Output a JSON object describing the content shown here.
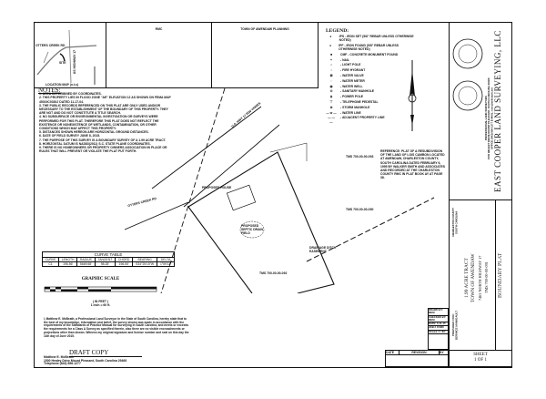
{
  "location_map": {
    "title": "LOCATION MAP (n.t.s)",
    "roads": [
      "OTTERS CREEK RD",
      "US HIGHWAY 17",
      "SITE"
    ]
  },
  "header_boxes": {
    "smc": "RMC",
    "planning": "TOWN OF AWENDAW PLANNING"
  },
  "notes": {
    "title": "NOTES:",
    "items": [
      "1. AREA DETERMINED BY COORDINATES.",
      "2. THIS PROPERTY LIES IN FLOOD ZONE \"AE\" ELEVATION 12 AS SHOWN ON FEMA MAP 45019C0330J DATED 11-17-04.",
      "3. THE PUBLIC RECORDS REFERENCED ON THIS PLAT ARE ONLY USED AND/OR NECESSARY TO THE ESTABLISHMENT OF THE BOUNDARY OF THIS PROPERTY. THEY ARE NOT AND DO NOT CONSTITUTE A TITLE SEARCH.",
      "4. NO SUBSURFACE OR ENVIRONMENTAL INVESTIGATION OR SURVEYS WERE PERFORMED FOR THIS PLAT. THEREFORE THIS PLAT DOES NOT REFLECT THE EXISTENCE OR NONEXISTENCE OF WETLANDS, CONTAMINATION, OR OTHER CONDITIONS WHICH MAY AFFECT THIS PROPERTY.",
      "5. DISTANCES SHOWN HEREON ARE HORIZONTAL GROUND DISTANCES.",
      "6. DATE OF FIELD SURVEY JUNE 8, 2015.",
      "7. THE PURPOSE OF THIS SURVEY IS A BOUNDARY SURVEY OF A 1.99 ACRE TRACT.",
      "8. HORIZONTAL DATUM IS NAD83(2011) S.C. STATE PLANE COORDINATES.",
      "9. THERE IS NO HOMEOWNERS OR PROPERTY OWNERS ASSOCIATION IN PLACE OR RULES THAT WILL PREVENT OR VIOLATE THE PLAT PUT FORTH."
    ]
  },
  "legend": {
    "title": "LEGEND:",
    "items": [
      {
        "sym": "●",
        "label": "IPS - IRON SET (5/8\" REBAR UNLESS OTHERWISE NOTED)"
      },
      {
        "sym": "●",
        "label": "IPF - IRON FOUND (5/8\" REBAR UNLESS OTHERWISE NOTED)"
      },
      {
        "sym": "■",
        "label": "CMF - CONCRETE MONUMENT FOUND"
      },
      {
        "sym": "+",
        "label": "- NAIL"
      },
      {
        "sym": "☼",
        "label": "- LIGHT POLE"
      },
      {
        "sym": "♁",
        "label": "- FIRE HYDRANT"
      },
      {
        "sym": "⊠",
        "label": "- WATER VALVE"
      },
      {
        "sym": "▫",
        "label": "- WATER METER"
      },
      {
        "sym": "◉",
        "label": "- WATER WELL"
      },
      {
        "sym": "⊙",
        "label": "- SANITARY MANHOLE"
      },
      {
        "sym": "ɸ",
        "label": "- POWER POLE"
      },
      {
        "sym": "⊤",
        "label": "- TELEPHONE PEDESTAL"
      },
      {
        "sym": "⊚",
        "label": "- STORM MANHOLE"
      },
      {
        "sym": "— w —",
        "label": "- WATER LINE"
      },
      {
        "sym": "— — —",
        "label": "- ADJACENT PROPERTY LINE"
      }
    ]
  },
  "reference": "REFERENCE: PLAT OF A RESUBDIVISION OF THE LAND OF LOIS CAMBON LOCATED AT AWENDAW, CHARLESTON COUNTY, SOUTH CAROLINA DATED FEBRUARY 6, 1995 BY WALKER SMITH AND ASSOCIATES AND RECORDED AT THE CHARLESTON COUNTY RMC IN PLAT BOOK AY AT PAGE 38.",
  "plat_labels": [
    "U.S. HWY 17 R/W VARIES",
    "PROPOSED HOUSE",
    "PROPOSED SEPTIC DRAIN FIELD",
    "DRAINAGE DITCH EASEMENT",
    "TMS 700-00-00-093",
    "TMS 700-00-00-090",
    "TMS 700-00-00-092",
    "OTTERS CREEK RD"
  ],
  "curve_table": {
    "title": "CURVE TABLE",
    "headers": [
      "CURVE",
      "LENGTH",
      "RADIUS",
      "TANGENT",
      "CHORD",
      "BEARING",
      "DELTA"
    ],
    "rows": [
      [
        "C1",
        "196.56'",
        "5669.58'",
        "98.28'",
        "196.55'",
        "S34°25'15\"W",
        "1°59'11\""
      ]
    ]
  },
  "graphic_scale": {
    "title": "GRAPHIC SCALE",
    "unit": "( IN FEET )",
    "ratio": "1 inch = 60 ft."
  },
  "certification": "I, Matthew E. McBeath, a Professional Land Surveyor in the State of South Carolina, hereby state that to the best of my knowledge, information and belief, the survey shown was made in accordance with the requirements of the Standards of Practice Manual for Surveying in South Carolina, and meets or exceeds the requirements for a Class A Survey as specified therein, also there are no visible encroachments or projections other than shown. Witness my original signature and license number and seal on this day the 11th day of June 2015.",
  "draft": "DRAFT COPY",
  "surveyor": {
    "name": "Matthew E. McBeath",
    "address": "1500 Healey Drive Mount Pleasant, South Carolina 29466",
    "phone": "Telephone (843) 856-1277"
  },
  "revision_table": {
    "headers": [
      "DATE",
      "REVISION",
      "BY"
    ]
  },
  "drawn_block": [
    "DRAWN BY: MEM",
    "CHECKED BY: MEM",
    "DATE: 6-11-15",
    "JOB # 15086",
    "SCALE 1\"=60'"
  ],
  "title_block": {
    "company": "EAST COOPER LAND SURVEYING, LLC",
    "company_sub": [
      "PROFESSIONAL LAND SURVEYORS",
      "1500 HEALEY DRIVE MOUNT PLEASANT, SOUTH CAROLINA 29466",
      "OFFICE (843) 856-1277  E-MAIL: ecls@bellsouth.net"
    ],
    "county": [
      "CHARLESTON COUNTY",
      "SOUTH CAROLINA"
    ],
    "prepared_for": [
      "PREPARED FOR:",
      "BERNICE MANIGAULT"
    ],
    "project": [
      "1.99 ACRE TRACT",
      "TOWN OF AWENDAW",
      "7463 NORTH HIGHWAY 17",
      "TMS 700-00-00-091"
    ],
    "plat_type": "BOUNDARY PLAT",
    "sheet": [
      "SHEET",
      "1 OF 1"
    ]
  }
}
